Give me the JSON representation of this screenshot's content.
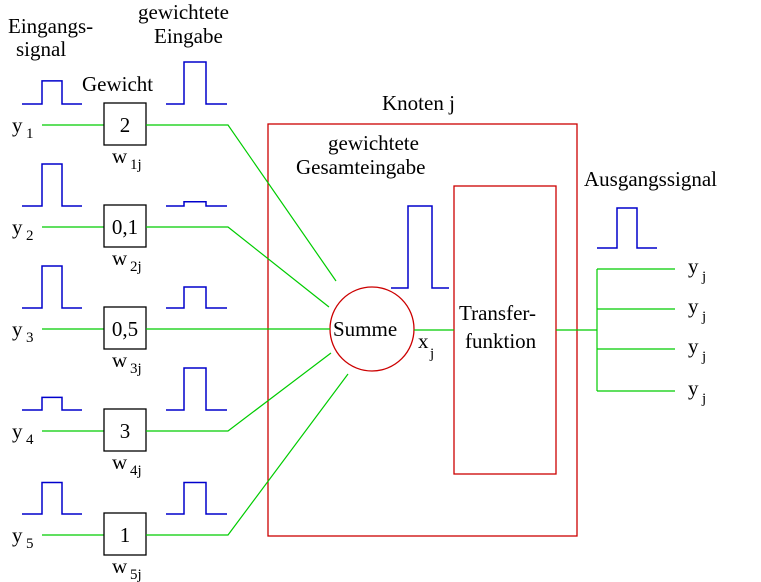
{
  "headers": {
    "input_signal_line1": "Eingangs-",
    "input_signal_line2": "signal",
    "weighted_input_line1": "gewichtete",
    "weighted_input_line2": "Eingabe",
    "weight": "Gewicht",
    "node": "Knoten j",
    "total_input_line1": "gewichtete",
    "total_input_line2": "Gesamteingabe",
    "output_signal": "Ausgangssignal"
  },
  "inputs": [
    {
      "name": "y",
      "index": "1",
      "weight": "2",
      "weight_label": "w",
      "weight_sub": "1j",
      "input_level": 0.55,
      "weighted_level": 1.0
    },
    {
      "name": "y",
      "index": "2",
      "weight": "0,1",
      "weight_label": "w",
      "weight_sub": "2j",
      "input_level": 1.0,
      "weighted_level": 0.1
    },
    {
      "name": "y",
      "index": "3",
      "weight": "0,5",
      "weight_label": "w",
      "weight_sub": "3j",
      "input_level": 1.0,
      "weighted_level": 0.5
    },
    {
      "name": "y",
      "index": "4",
      "weight": "3",
      "weight_label": "w",
      "weight_sub": "4j",
      "input_level": 0.3,
      "weighted_level": 1.0
    },
    {
      "name": "y",
      "index": "5",
      "weight": "1",
      "weight_label": "w",
      "weight_sub": "5j",
      "input_level": 0.75,
      "weighted_level": 0.75
    }
  ],
  "sum_node": "Summe",
  "sum_output": {
    "name": "x",
    "sub": "j"
  },
  "transfer_line1": "Transfer-",
  "transfer_line2": "funktion",
  "outputs": [
    {
      "name": "y",
      "sub": "j"
    },
    {
      "name": "y",
      "sub": "j"
    },
    {
      "name": "y",
      "sub": "j"
    },
    {
      "name": "y",
      "sub": "j"
    }
  ],
  "colors": {
    "connection": "#00cc00",
    "pulse": "#0000cc",
    "node": "#cc0000",
    "box": "#000000"
  }
}
